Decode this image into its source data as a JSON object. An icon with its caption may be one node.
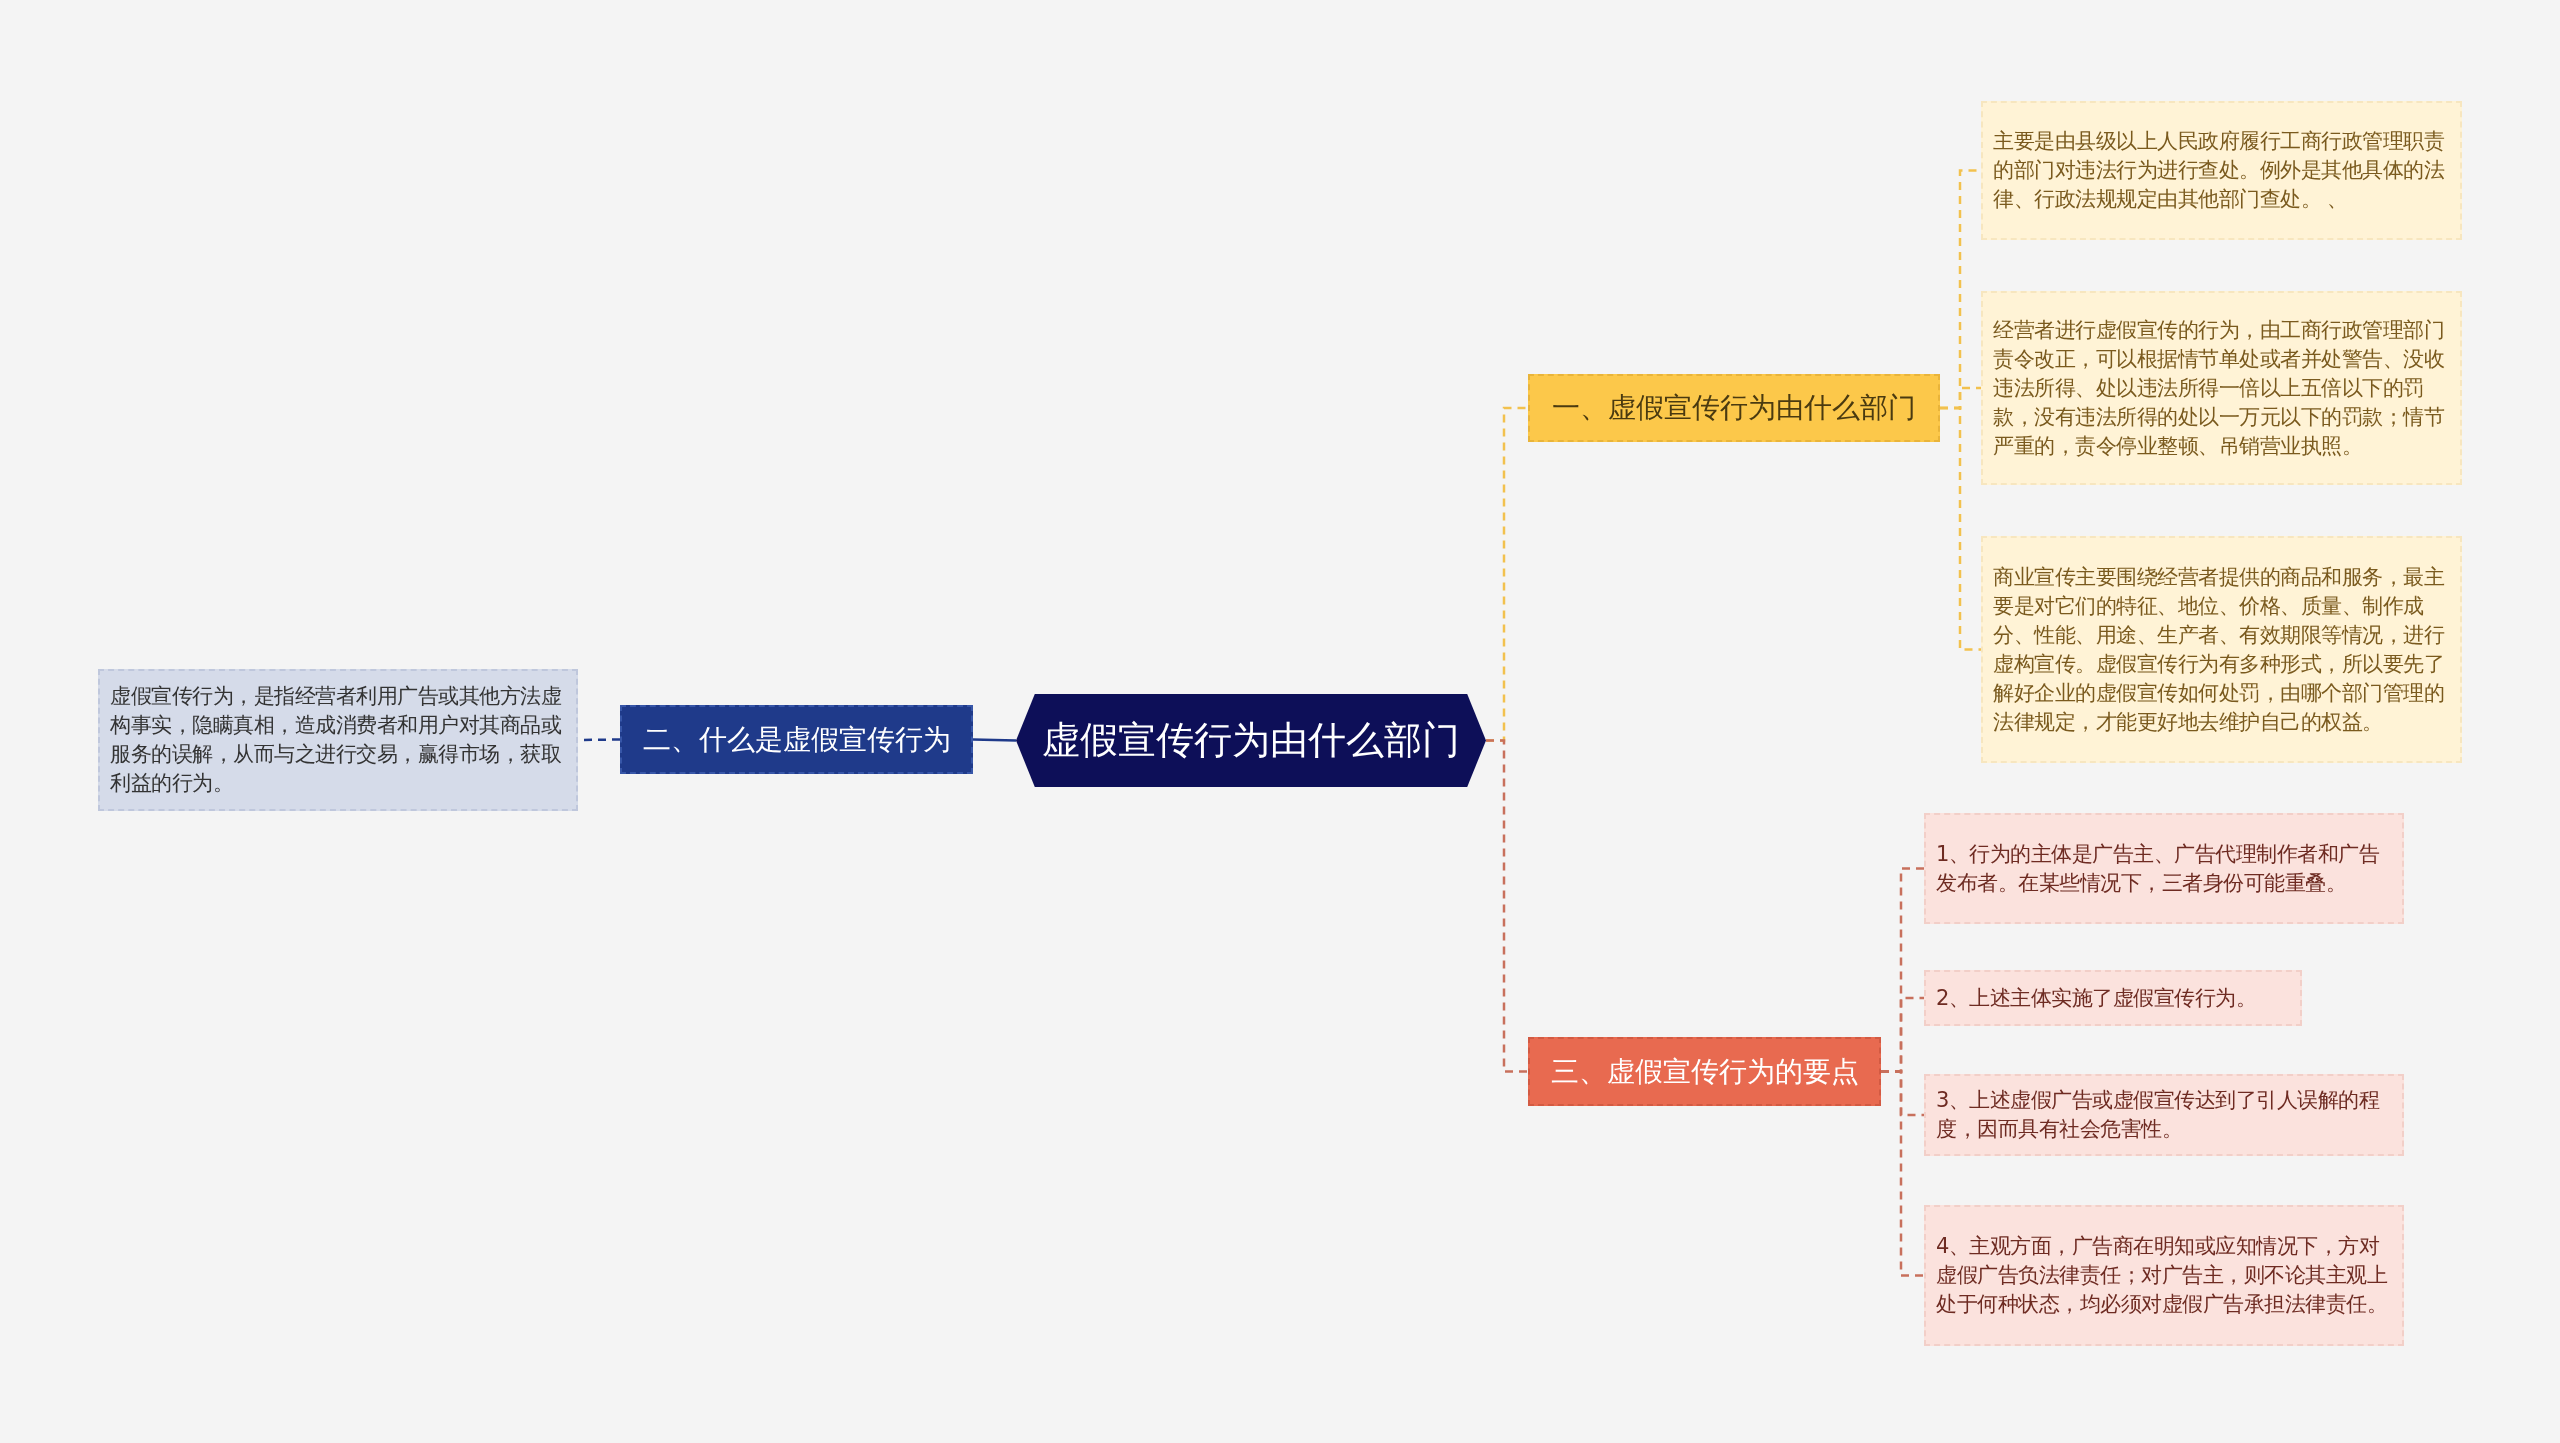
{
  "diagram": {
    "nodes": [
      {
        "text": [
          "虚假宣传行为由什么部门"
        ]
      },
      {
        "text": [
          "一、虚假宣传行为由什么部门"
        ]
      },
      {
        "text": [
          "主要是由县级以上人民政府履行工商行政管理职责的部门对违法行为进行查处。例外是其他具体的法律、行政法规规定由其他部门查处。 、"
        ]
      },
      {
        "text": [
          "经营者进行虚假宣传的行为，由工商行政管理部门责令改正，可以根据情节单处或者并处警告、没收违法所得、处以违法所得一倍以上五倍以下的罚款，没有违法所得的处以一万元以下的罚款；情节严重的，责令停业整顿、吊销营业执照。"
        ]
      },
      {
        "text": [
          "商业宣传主要围绕经营者提供的商品和服务，最主要是对它们的特征、地位、价格、质量、制作成分、性能、用途、生产者、有效期限等情况，进行虚构宣传。虚假宣传行为有多种形式，所以要先了解好企业的虚假宣传如何处罚，由哪个部门管理的法律规定，才能更好地去维护自己的权益。"
        ]
      },
      {
        "text": [
          "二、什么是虚假宣传行为"
        ]
      },
      {
        "text": [
          "虚假宣传行为，是指经营者利用广告或其他方法虚构事实，隐瞒真相，造成消费者和用户对其商品或服务的误解，从而与之进行交易，赢得市场，获取利益的行为。"
        ]
      },
      {
        "text": [
          "三、虚假宣传行为的要点"
        ]
      },
      {
        "text": [
          "1、行为的主体是广告主、广告代理制作者和广告发布者。在某些情况下，三者身份可能重叠。"
        ]
      },
      {
        "text": [
          "2、上述主体实施了虚假宣传行为。"
        ]
      },
      {
        "text": [
          "3、上述虚假广告或虚假宣传达到了引人误解的程度，因而具有社会危害性。"
        ]
      },
      {
        "text": [
          "4、主观方面，广告商在明知或应知情况下，方对虚假广告负法律责任；对广告主，则不论其主观上处于何种状态，均必须对虚假广告承担法律责任。"
        ]
      }
    ],
    "edges": [
      {
        "from": 0,
        "to": 1,
        "arrow": "none",
        "style": "dashed",
        "color": "#f2c14e"
      },
      {
        "from": 1,
        "to": 2,
        "arrow": "none",
        "style": "dashed",
        "color": "#f2c14e"
      },
      {
        "from": 1,
        "to": 3,
        "arrow": "none",
        "style": "dashed",
        "color": "#f2c14e"
      },
      {
        "from": 1,
        "to": 4,
        "arrow": "none",
        "style": "dashed",
        "color": "#f2c14e"
      },
      {
        "from": 0,
        "to": 5,
        "arrow": "none",
        "color": "#1f3a8a"
      },
      {
        "from": 5,
        "to": 6,
        "arrow": "none",
        "style": "dashed",
        "color": "#1f3a8a"
      },
      {
        "from": 0,
        "to": 7,
        "arrow": "none",
        "style": "dashed"
      },
      {
        "from": 7,
        "to": 8,
        "arrow": "none",
        "style": "dashed"
      },
      {
        "from": 7,
        "to": 9,
        "arrow": "none",
        "style": "dashed"
      },
      {
        "from": 7,
        "to": 10,
        "arrow": "none",
        "style": "dashed"
      },
      {
        "from": 7,
        "to": 11,
        "arrow": "none",
        "style": "dashed"
      }
    ]
  }
}
